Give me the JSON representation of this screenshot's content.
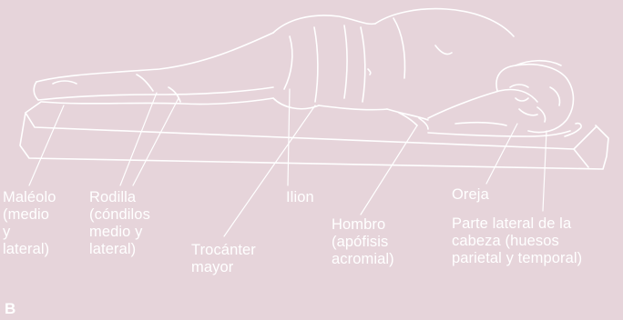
{
  "figure": {
    "panel_letter": "B",
    "colors": {
      "background": "#e6d4da",
      "ink": "#ffffff"
    },
    "labels": {
      "maleolo": [
        "Maléolo",
        "(medio",
        "y",
        "lateral)"
      ],
      "rodilla": [
        "Rodilla",
        "(cóndilos",
        "medio y",
        "lateral)"
      ],
      "trocanter": [
        "Trocánter",
        "mayor"
      ],
      "ilion": [
        "Ilion"
      ],
      "hombro": [
        "Hombro",
        "(apófisis",
        "acromial)"
      ],
      "oreja": [
        "Oreja"
      ],
      "cabeza": [
        "Parte lateral de la",
        "cabeza (huesos",
        "parietal y temporal)"
      ]
    }
  }
}
